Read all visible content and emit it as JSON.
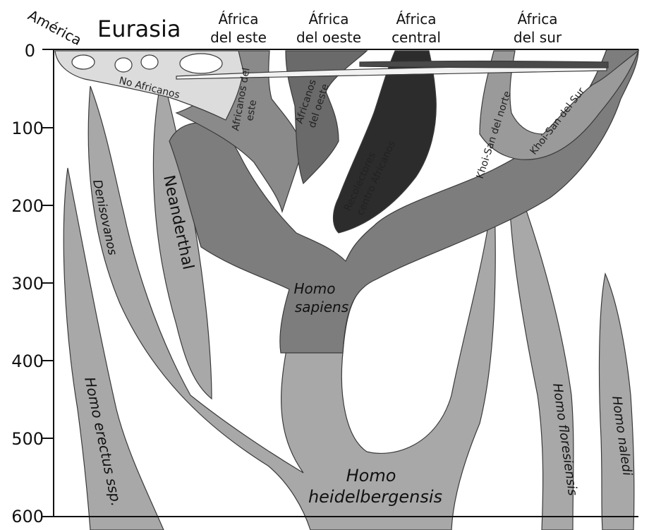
{
  "regions": {
    "america": "América",
    "eurasia": "Eurasia",
    "east_africa": [
      "África",
      "del este"
    ],
    "west_africa": [
      "África",
      "del oeste"
    ],
    "central_africa": [
      "África",
      "central"
    ],
    "south_africa": [
      "África",
      "del sur"
    ]
  },
  "axis": {
    "ticks": [
      "0",
      "100",
      "200",
      "300",
      "400",
      "500",
      "600"
    ]
  },
  "lineages": {
    "no_africanos": "No Africanos",
    "africanos_del_este": [
      "Africanos del",
      "este"
    ],
    "africanos_del_oeste": [
      "Africanos",
      "del oeste"
    ],
    "recolectores": [
      "Recolectores",
      "centro Africanos"
    ],
    "khoisan_norte": "Khoi-San del norte",
    "khoisan_sur": "Khoi-San del Sur",
    "denisovanos": "Denisovanos",
    "neanderthal": "Neanderthal",
    "homo_sapiens": [
      "Homo",
      "sapiens"
    ],
    "homo_erectus": "Homo erectus ssp.",
    "homo_heidelbergensis": [
      "Homo",
      "heidelbergensis"
    ],
    "homo_floresiensis": "Homo floresiensis",
    "homo_naledi": "Homo naledi"
  },
  "colors": {
    "archaic": "#a8a8a8",
    "sapiens": "#7d7d7d",
    "east": "#8a8a8a",
    "west": "#6a6a6a",
    "central": "#2c2c2c",
    "south": "#9a9a9a",
    "non_african": "#dcdcdc",
    "outline": "#3a3a3a"
  }
}
